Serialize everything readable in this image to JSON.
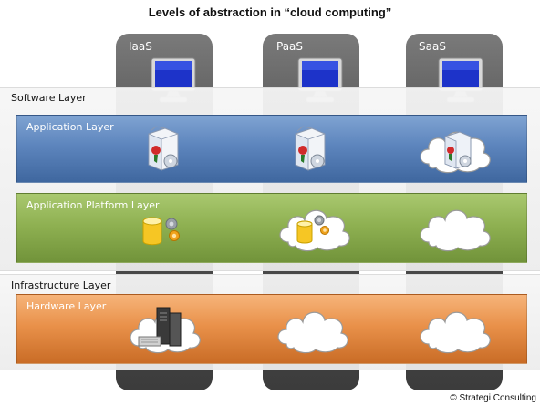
{
  "title": "Levels of abstraction in “cloud computing”",
  "columns": [
    {
      "label": "IaaS"
    },
    {
      "label": "PaaS"
    },
    {
      "label": "SaaS"
    }
  ],
  "software_layer": {
    "title": "Software Layer"
  },
  "application_layer": {
    "title": "Application Layer"
  },
  "application_platform_layer": {
    "title": "Application Platform Layer"
  },
  "infrastructure_layer": {
    "title": "Infrastructure Layer"
  },
  "hardware_layer": {
    "title": "Hardware Layer"
  },
  "cells": {
    "application": [
      {
        "icon": "software-box-icon",
        "cloud": false
      },
      {
        "icon": "software-box-icon",
        "cloud": false
      },
      {
        "icon": "software-box-icon",
        "cloud": true
      }
    ],
    "platform": [
      {
        "icon": "database-gear-icon",
        "cloud": false
      },
      {
        "icon": "database-gear-icon",
        "cloud": true
      },
      {
        "icon": "none",
        "cloud": true
      }
    ],
    "hardware": [
      {
        "icon": "server-icon",
        "cloud": true
      },
      {
        "icon": "none",
        "cloud": true
      },
      {
        "icon": "none",
        "cloud": true
      }
    ]
  },
  "colors": {
    "application": "#5d85bd",
    "platform": "#8fb152",
    "hardware": "#e9914a",
    "pillar": "#4a4a4a"
  },
  "copyright": "© Strategi Consulting"
}
